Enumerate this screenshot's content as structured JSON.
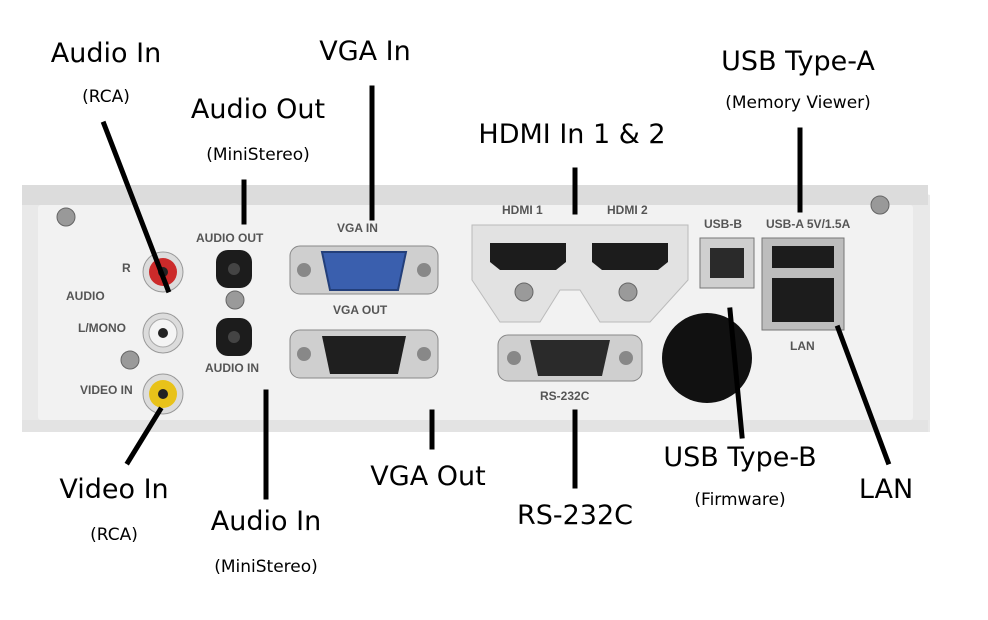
{
  "callouts": {
    "audio_in_rca": {
      "title": "Audio In",
      "sub": "(RCA)"
    },
    "audio_out": {
      "title": "Audio Out",
      "sub": "(MiniStereo)"
    },
    "vga_in": {
      "title": "VGA In"
    },
    "hdmi_in": {
      "title": "HDMI In 1 & 2"
    },
    "usb_a": {
      "title": "USB Type-A",
      "sub": "(Memory Viewer)"
    },
    "video_in_rca": {
      "title": "Video In",
      "sub": "(RCA)"
    },
    "audio_in_mini": {
      "title": "Audio In",
      "sub": "(MiniStereo)"
    },
    "vga_out": {
      "title": "VGA Out"
    },
    "rs232c": {
      "title": "RS-232C"
    },
    "usb_b": {
      "title": "USB Type-B",
      "sub": "(Firmware)"
    },
    "lan": {
      "title": "LAN"
    }
  },
  "panel_labels": {
    "r": "R",
    "audio": "AUDIO",
    "l_mono": "L/MONO",
    "video_in": "VIDEO IN",
    "audio_out": "AUDIO OUT",
    "audio_in": "AUDIO IN",
    "vga_in": "VGA IN",
    "vga_out": "VGA OUT",
    "hdmi1": "HDMI 1",
    "hdmi2": "HDMI 2",
    "rs232c": "RS-232C",
    "usb_b": "USB-B",
    "usb_a": "USB-A 5V/1.5A",
    "lan": "LAN"
  },
  "colors": {
    "panel": "#eeeeee",
    "rca_red": "#cc2a2a",
    "rca_white": "#f4f4f4",
    "rca_yellow": "#e8c21a",
    "vga_blue": "#3a5fae"
  }
}
